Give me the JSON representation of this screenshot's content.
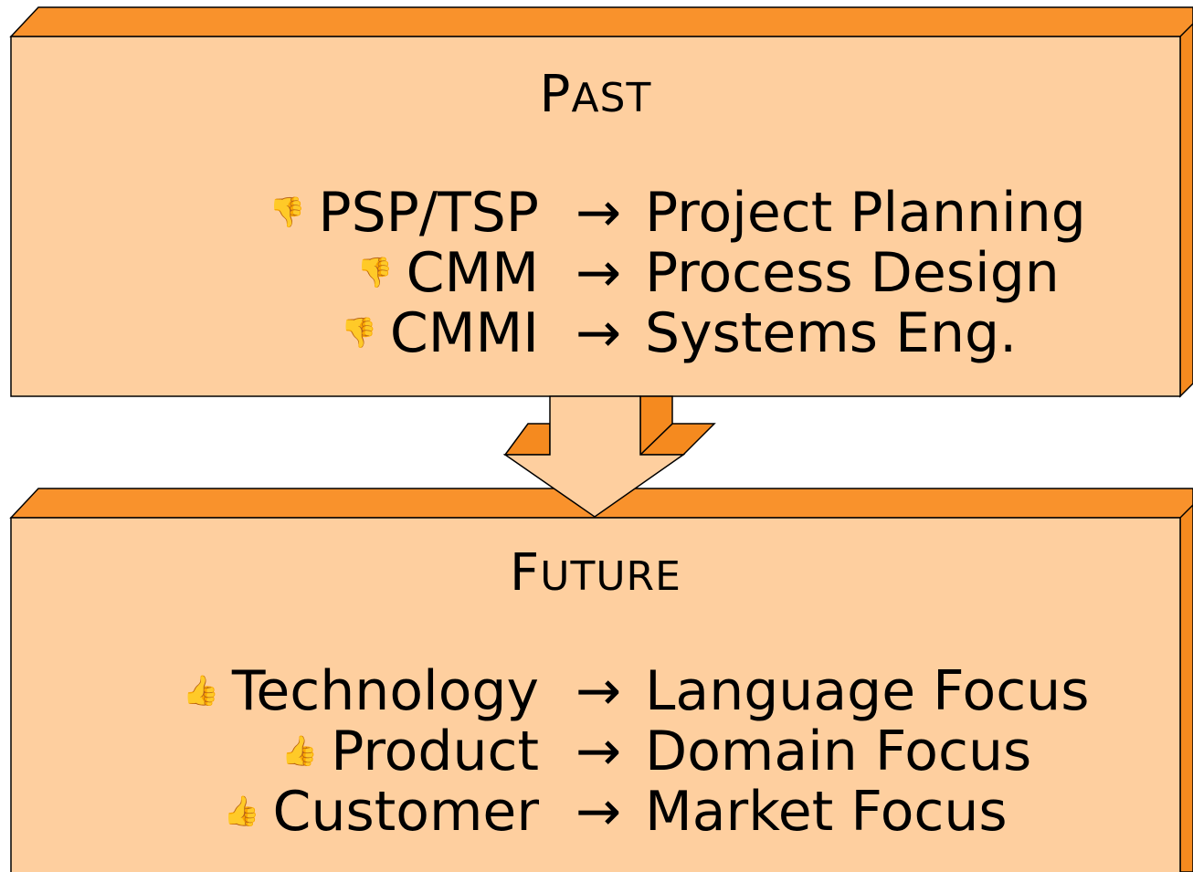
{
  "colors": {
    "box_face": "#fecf9f",
    "box_top": "#f9922c",
    "box_side": "#f58a1f",
    "outline": "#000000"
  },
  "past": {
    "heading_first": "P",
    "heading_rest": "AST",
    "items": [
      {
        "icon": "thumbs-down-icon",
        "glyph": "👎",
        "from": "PSP/TSP",
        "arrow": "→",
        "to": "Project Planning"
      },
      {
        "icon": "thumbs-down-icon",
        "glyph": "👎",
        "from": "CMM",
        "arrow": "→",
        "to": "Process Design"
      },
      {
        "icon": "thumbs-down-icon",
        "glyph": "👎",
        "from": "CMMI",
        "arrow": "→",
        "to": "Systems Eng."
      }
    ]
  },
  "future": {
    "heading_first": "F",
    "heading_rest": "UTURE",
    "items": [
      {
        "icon": "thumbs-up-icon",
        "glyph": "👍",
        "from": "Technology",
        "arrow": "→",
        "to": "Language Focus"
      },
      {
        "icon": "thumbs-up-icon",
        "glyph": "👍",
        "from": "Product",
        "arrow": "→",
        "to": "Domain Focus"
      },
      {
        "icon": "thumbs-up-icon",
        "glyph": "👍",
        "from": "Customer",
        "arrow": "→",
        "to": "Market Focus"
      }
    ]
  }
}
